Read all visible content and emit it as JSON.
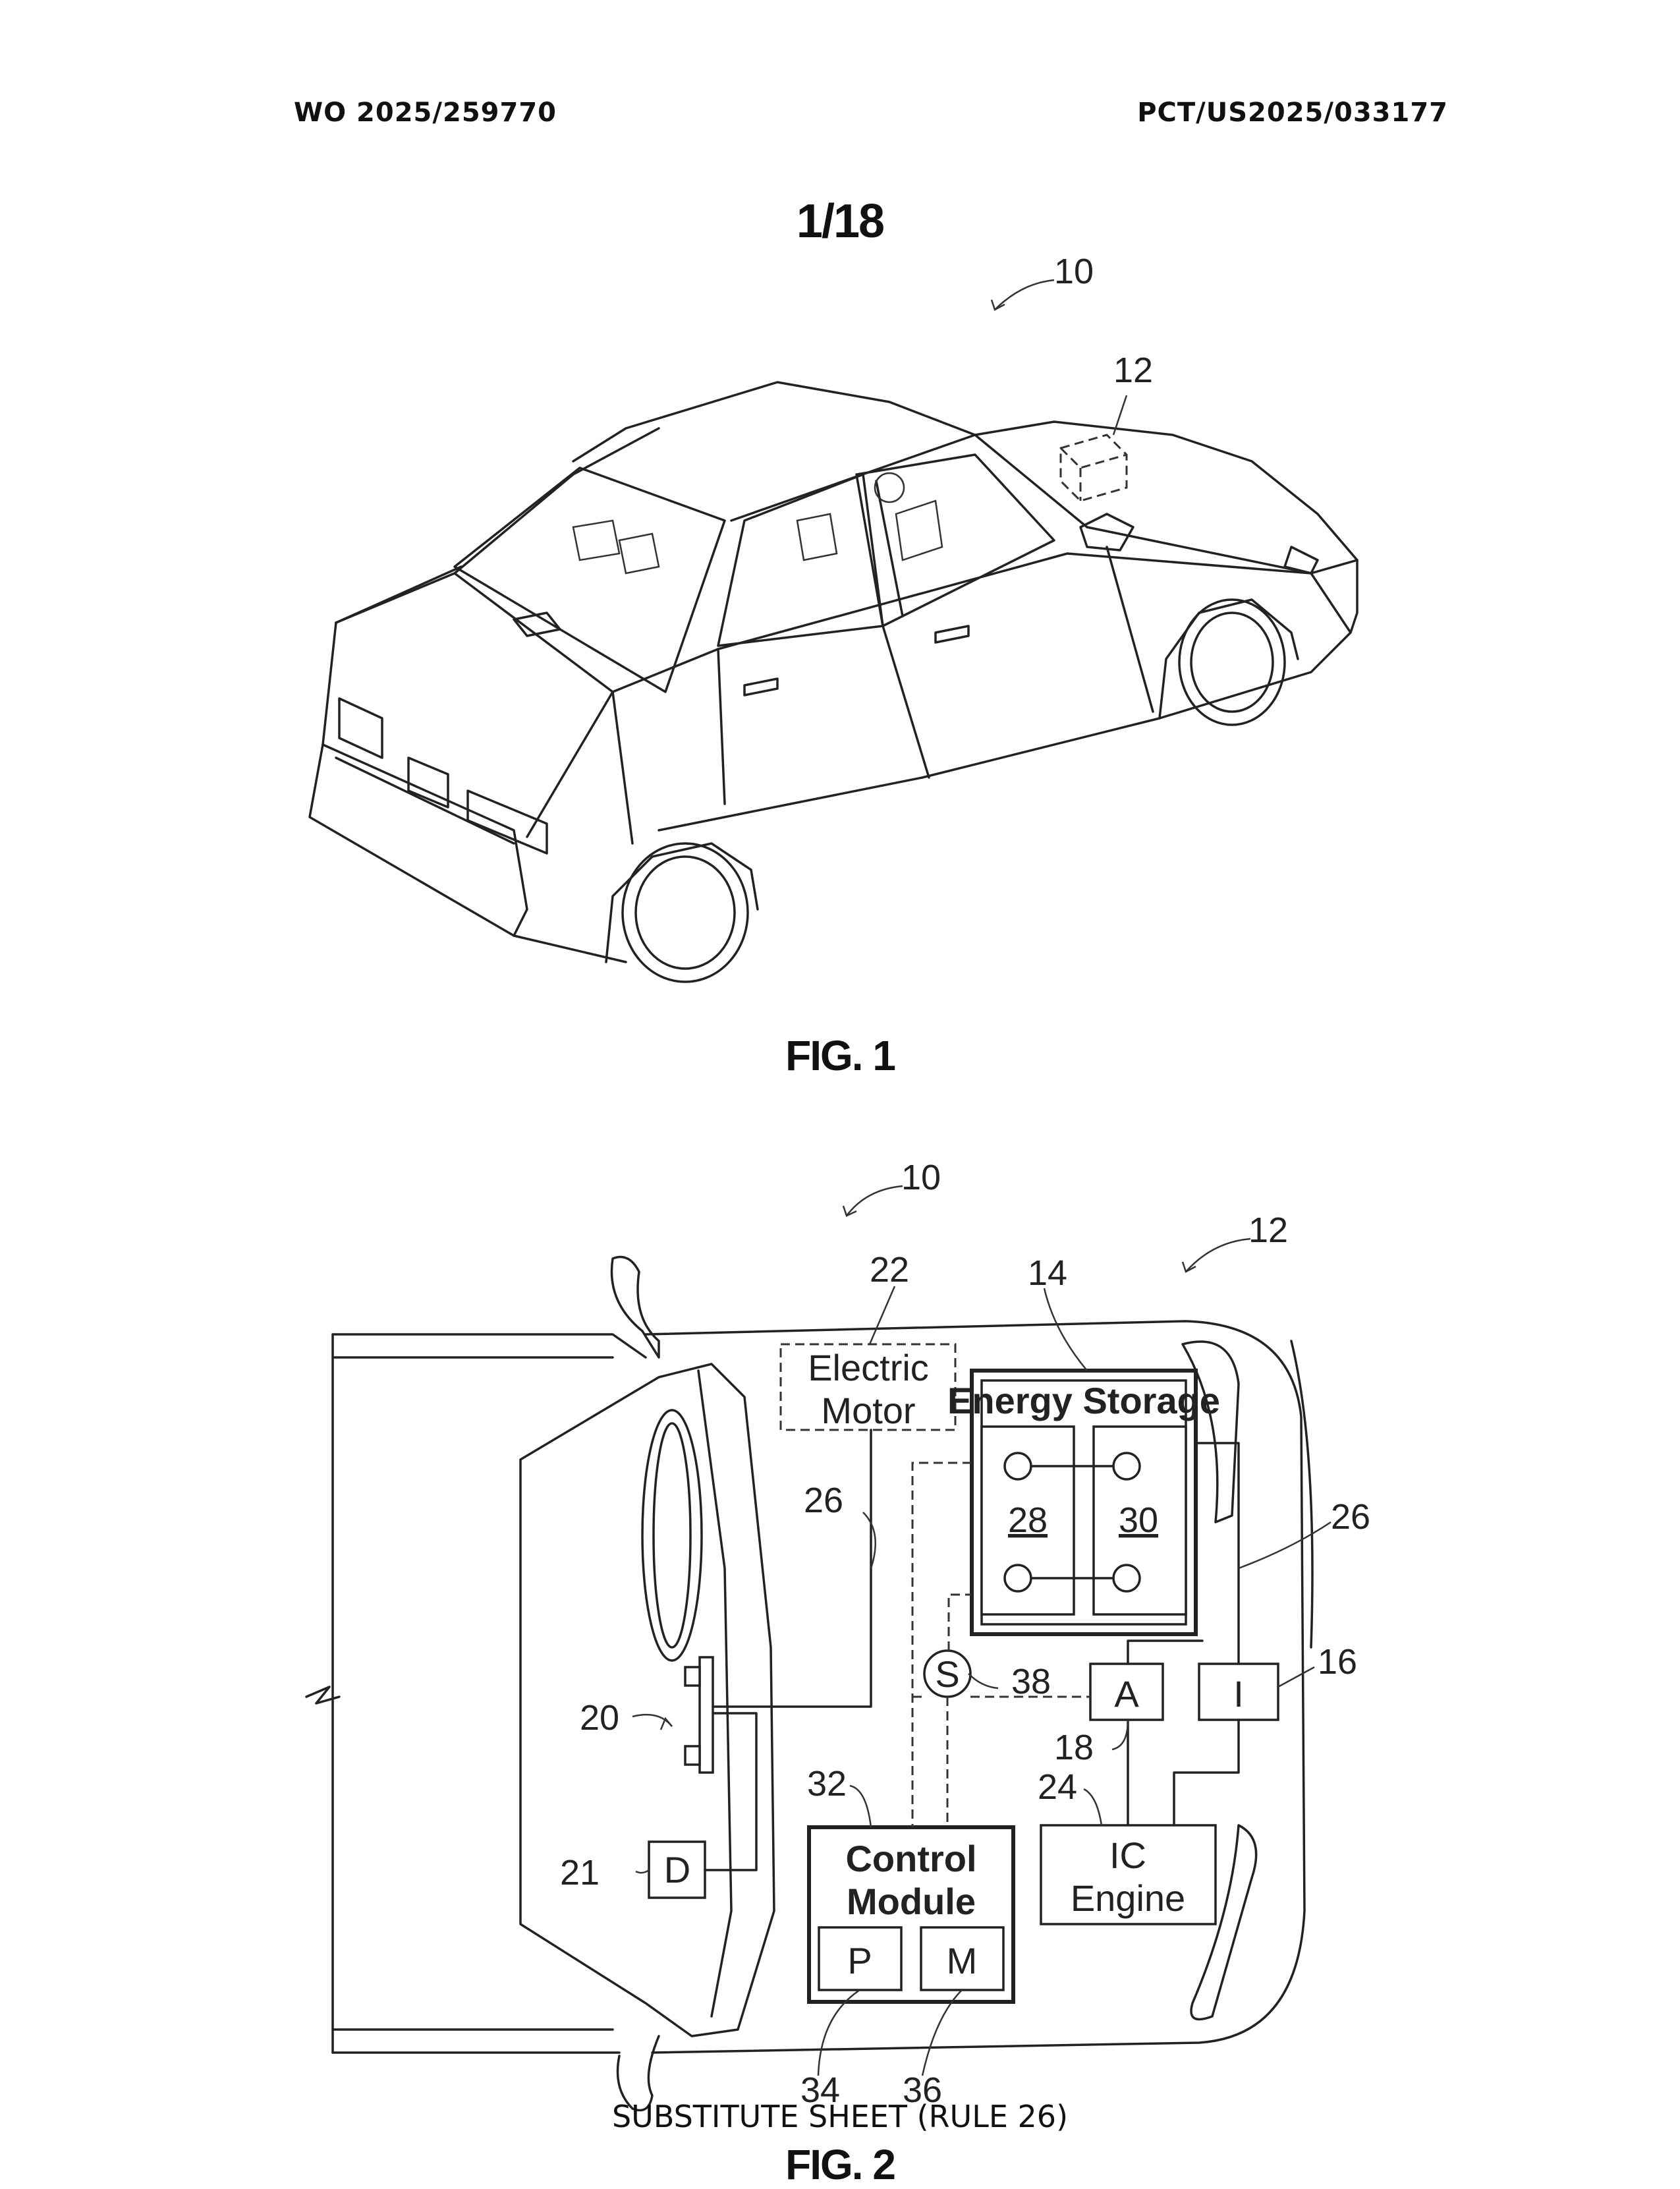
{
  "header": {
    "left": "WO 2025/259770",
    "right": "PCT/US2025/033177"
  },
  "sheet_number": "1/18",
  "figures": {
    "fig1_caption": "FIG. 1",
    "fig2_caption": "FIG. 2"
  },
  "footer": "SUBSTITUTE SHEET (RULE 26)",
  "fig1_refs": {
    "vehicle": "10",
    "powertrain": "12"
  },
  "fig2_refs": {
    "vehicle": "10",
    "powertrain": "12",
    "energy_storage": "14",
    "inverter": "16",
    "alternator": "18",
    "port": "20",
    "display": "21",
    "electric_motor": "22",
    "ic_engine": "24",
    "wiring_left": "26",
    "wiring_right": "26",
    "cell_a": "28",
    "cell_b": "30",
    "control_module": "32",
    "processor": "34",
    "memory": "36",
    "sensor": "38"
  },
  "fig2_labels": {
    "electric_motor_l1": "Electric",
    "electric_motor_l2": "Motor",
    "energy_storage": "Energy Storage",
    "control_module_l1": "Control",
    "control_module_l2": "Module",
    "ic_engine_l1": "IC",
    "ic_engine_l2": "Engine",
    "sensor": "S",
    "alternator": "A",
    "inverter": "I",
    "display": "D",
    "processor": "P",
    "memory": "M"
  }
}
